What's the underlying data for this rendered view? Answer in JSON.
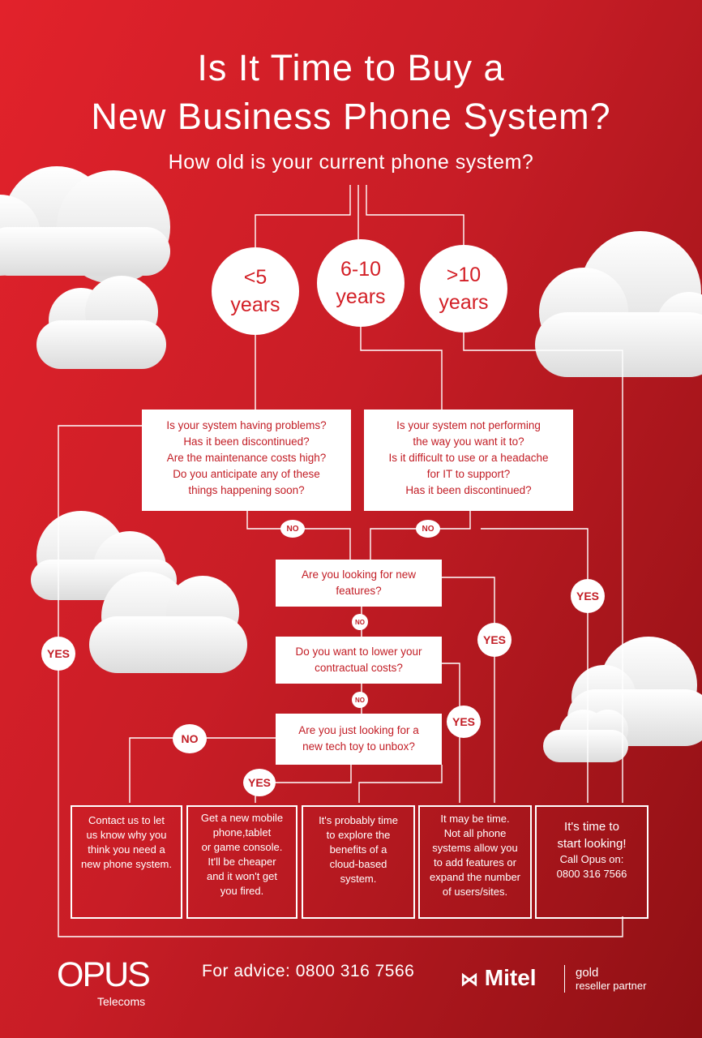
{
  "title": {
    "line1": "Is It Time to Buy a",
    "line2": "New Business Phone System?"
  },
  "subtitle": "How old is your current phone system?",
  "ages": [
    {
      "top": "<5",
      "bottom": "years"
    },
    {
      "top": "6-10",
      "bottom": "years"
    },
    {
      "top": ">10",
      "bottom": "years"
    }
  ],
  "question_left": [
    "Is your system having problems?",
    "Has it been discontinued?",
    "Are the maintenance costs high?",
    "Do you anticipate any of these",
    "things happening soon?"
  ],
  "question_right": [
    "Is your system not performing",
    "the way you want it to?",
    "Is it difficult to use or a headache",
    "for IT to support?",
    "Has it been discontinued?"
  ],
  "question_features": [
    "Are you looking for new",
    "features?"
  ],
  "question_costs": [
    "Do you want to lower your",
    "contractual costs?"
  ],
  "question_toy": [
    "Are you just looking for a",
    "new tech toy to unbox?"
  ],
  "labels": {
    "yes": "YES",
    "no": "NO"
  },
  "outcomes": {
    "contact": [
      "Contact us to let",
      "us know why you",
      "think you need a",
      "new phone system."
    ],
    "mobile": [
      "Get a new mobile",
      "phone,tablet",
      "or game console.",
      "It'll be cheaper",
      "and it won't get",
      "you fired."
    ],
    "cloud": [
      "It's probably time",
      "to explore the",
      "benefits of a",
      "cloud-based",
      "system."
    ],
    "maybe": [
      "It may be time.",
      "Not all phone",
      "systems allow  you",
      "to add features or",
      "expand the number",
      "of users/sites."
    ],
    "time": {
      "line1": "It's time to",
      "line2": "start looking!",
      "line3": "Call Opus on:",
      "line4": "0800 316 7566"
    }
  },
  "footer": {
    "advice": "For advice: 0800 316 7566",
    "opus_logo": "OPUS",
    "opus_sub": "Telecoms",
    "mitel_logo": "Mitel",
    "gold": "gold",
    "gold_sub": "reseller partner"
  },
  "colors": {
    "background": "#d31f26",
    "accent": "#ffffff"
  }
}
